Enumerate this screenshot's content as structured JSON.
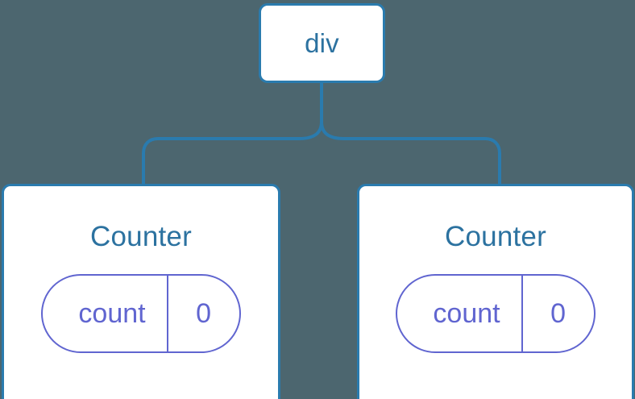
{
  "diagram": {
    "type": "component-tree",
    "background_color": "#4c666f",
    "node_border_color": "#2a7bae",
    "node_fill_color": "#ffffff",
    "node_text_color": "#2c72a0",
    "state_accent_color": "#6065d0",
    "connector_color": "#2a7bae",
    "root": {
      "label": "div"
    },
    "children": [
      {
        "label": "Counter",
        "state": {
          "key": "count",
          "value": "0"
        }
      },
      {
        "label": "Counter",
        "state": {
          "key": "count",
          "value": "0"
        }
      }
    ]
  }
}
